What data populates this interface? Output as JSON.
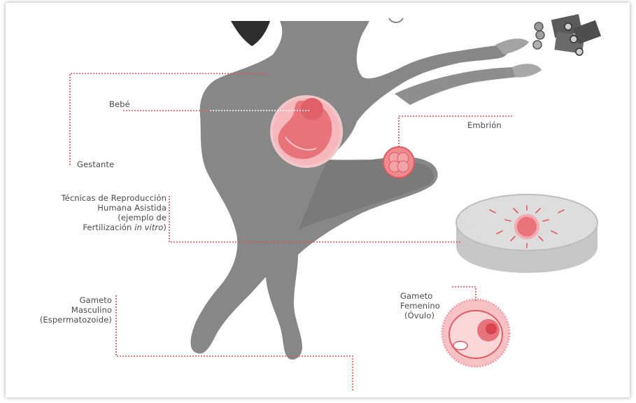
{
  "labels": {
    "bebe": "Bebé",
    "embrion": "Embrión",
    "gestante": "Gestante",
    "tecnicas_line1": "Técnicas de Reproducción",
    "tecnicas_line2": "Humana Asistida",
    "tecnicas_line3": "(ejemplo de",
    "tecnicas_line4_pre": "Fertilización ",
    "tecnicas_line4_italic": "in vitro",
    "tecnicas_line4_post": ")",
    "gameto_m_line1": "Gameto",
    "gameto_m_line2": "Masculino",
    "gameto_m_line3": "(Espermatozoide)",
    "gameto_f_line1": "Gameto",
    "gameto_f_line2": "Femenino",
    "gameto_f_line3": "(Óvulo)"
  },
  "colors": {
    "leader_line": "#e0525a",
    "figure_gray": "#8f8f8f",
    "figure_dark": "#3a3a3a",
    "pink": "#f2a3a8",
    "red": "#e05a62",
    "dish": "#d8d8d8"
  }
}
